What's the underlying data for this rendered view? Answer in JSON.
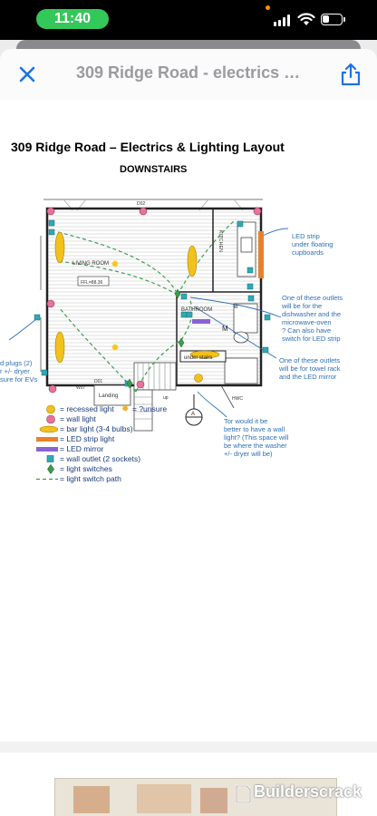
{
  "status_bar": {
    "time": "11:40"
  },
  "header": {
    "title": "309 Ridge Road - electrics + li..."
  },
  "document": {
    "plan_title": "309 Ridge Road – Electrics & Lighting Layout",
    "floor_label": "DOWNSTAIRS",
    "room_labels": {
      "living_room": "LIVING ROOM",
      "kitchen": "KITCHEN",
      "bathroom": "BATHROOM",
      "landing": "Landing",
      "ffl": "FFL=88.36",
      "under_stairs": "under stairs",
      "hwc": "HWC",
      "up": "up",
      "section_a": "A",
      "d02": "D02",
      "d01": "D01",
      "w07": "W07",
      "m": "M",
      "w": "W"
    },
    "notes": {
      "led_strip": "LED strip\nunder floating\ncupboards",
      "outlets_dishwasher": "One of these outlets\nwill be for the\ndishwasher and the\nmicrowave-oven\n? Can also have\nswitch for LED strip",
      "outlets_towel": "One of these outlets\nwill be for towel rack\nand the LED mirror",
      "wall_light_question": "Tor would it be\nbetter to have a wall\nlight? (This space will\nbe where the washer\n+/- dryer will be)",
      "left_cutoff": "d plugs (2)\nr +/- dryer\nsure for EVs"
    },
    "legend": [
      {
        "symbol": "recessed",
        "label": "= recessed light",
        "extra": "= ?unsure"
      },
      {
        "symbol": "wall",
        "label": "= wall light"
      },
      {
        "symbol": "bar",
        "label": "= bar light (3-4 bulbs)"
      },
      {
        "symbol": "led-strip",
        "label": "= LED strip light"
      },
      {
        "symbol": "led-mirror",
        "label": "= LED mirror"
      },
      {
        "symbol": "outlet",
        "label": "= wall outlet (2 sockets)"
      },
      {
        "symbol": "switch",
        "label": "= light switches"
      },
      {
        "symbol": "path",
        "label": "= light switch path"
      }
    ]
  },
  "watermark": {
    "text": "Builderscrack"
  },
  "colors": {
    "recessed": "#f2c11d",
    "unsure": "#f7d54a",
    "wall": "#e8739b",
    "bar": "#f2c11d",
    "led_strip": "#e8812c",
    "led_mirror": "#8a63d2",
    "outlet": "#2fa9b5",
    "switch": "#3a9e4f",
    "path": "#3a9e4f",
    "note": "#2d6fb6",
    "accent": "#1a73e8"
  },
  "icons": [
    "close-icon",
    "share-icon",
    "cellular-signal-icon",
    "wifi-icon",
    "battery-icon",
    "builderscrack-logo-icon"
  ]
}
